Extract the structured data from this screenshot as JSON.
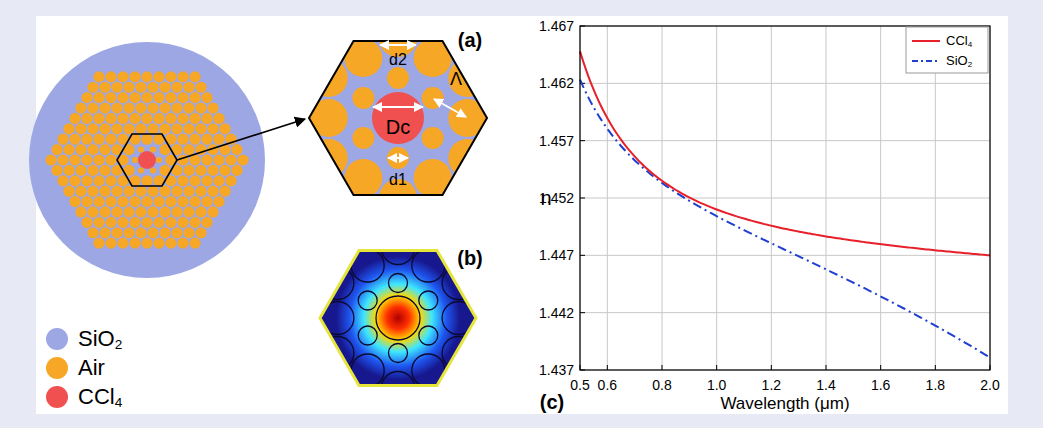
{
  "diagram": {
    "labels": [
      "(a)",
      "d2",
      "Dc",
      "Λ",
      "d1",
      "(b)",
      "(c)",
      "n",
      "Wavelength (μm)",
      "1.467",
      "1.462",
      "1.457",
      "1.452",
      "1.447",
      "1.442",
      "1.437",
      "0.5",
      "0.6",
      "0.8",
      "1.0",
      "1.2",
      "1.4",
      "1.6",
      "1.8",
      "2.0"
    ],
    "legend": [
      {
        "text": "SiO2",
        "color": "#9da7e4"
      },
      {
        "text": "Air",
        "color": "#f7a726"
      },
      {
        "text": "CCl4",
        "color": "#f0504f"
      },
      {
        "text": "CCl4"
      },
      {
        "text": "SiO2"
      }
    ]
  }
}
